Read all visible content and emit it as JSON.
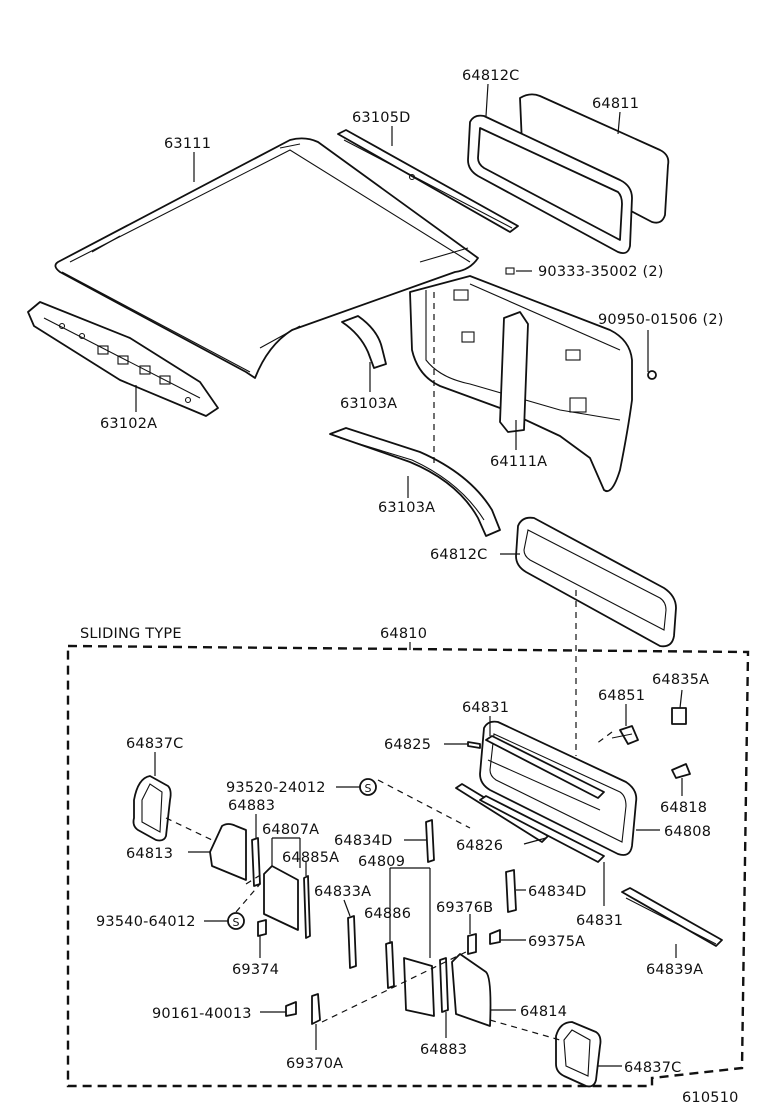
{
  "diagram": {
    "section_label": "SLIDING TYPE",
    "figure_code": "610510",
    "part_labels": {
      "p64812C_top": "64812C",
      "p64811": "64811",
      "p63105D": "63105D",
      "p63111": "63111",
      "p90333": "90333-35002 (2)",
      "p90950": "90950-01506 (2)",
      "p63102A": "63102A",
      "p63103A_a": "63103A",
      "p63103A_b": "63103A",
      "p64111A": "64111A",
      "p64812C_mid": "64812C",
      "p64810": "64810",
      "p64835A": "64835A",
      "p64851": "64851",
      "p64831_a": "64831",
      "p64825": "64825",
      "p64837C_a": "64837C",
      "p93520": "93520-24012",
      "p64818": "64818",
      "p64883_a": "64883",
      "p64807A": "64807A",
      "p64834D_a": "64834D",
      "p64826": "64826",
      "p64808": "64808",
      "p64813": "64813",
      "p64885A": "64885A",
      "p64809": "64809",
      "p64833A": "64833A",
      "p64834D_b": "64834D",
      "p69376B": "69376B",
      "p64886": "64886",
      "p93540": "93540-64012",
      "p64831_b": "64831",
      "p69375A": "69375A",
      "p69374": "69374",
      "p64839A": "64839A",
      "p90161": "90161-40013",
      "p64814": "64814",
      "p64883_b": "64883",
      "p69370A": "69370A",
      "p64837C_b": "64837C"
    },
    "clip_symbol": "S"
  }
}
